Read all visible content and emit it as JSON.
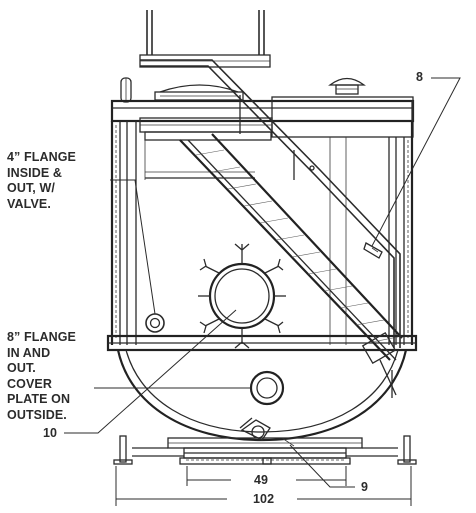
{
  "callouts": {
    "flange4_line1": "4” FLANGE",
    "flange4_line2": "INSIDE &",
    "flange4_line3": "OUT, W/",
    "flange4_line4": "VALVE.",
    "flange8_line1": "8” FLANGE",
    "flange8_line2": "IN AND",
    "flange8_line3": "OUT.",
    "flange8_line4": "COVER",
    "flange8_line5": "PLATE ON",
    "flange8_line6": "OUTSIDE.",
    "item_8": "8",
    "item_9": "9",
    "item_10": "10"
  },
  "dimensions": {
    "inner_width": "49",
    "outer_width": "102"
  }
}
